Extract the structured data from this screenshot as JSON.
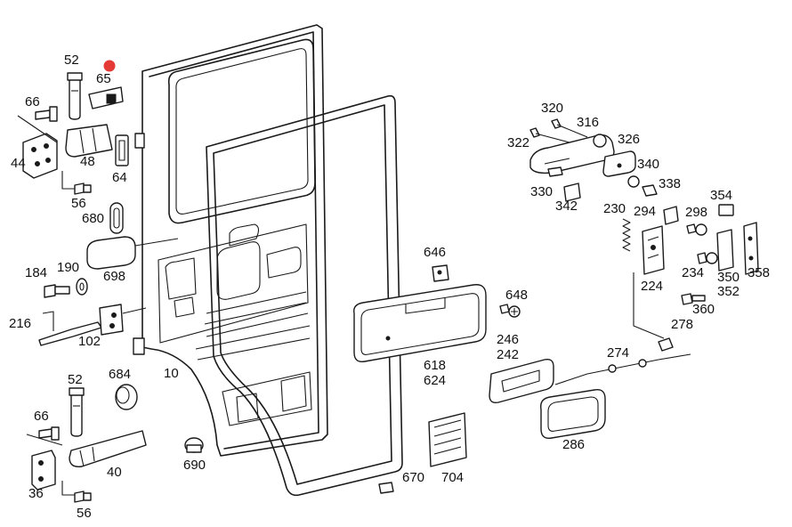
{
  "marker_color": "#e53935",
  "labels": {
    "p52a": "52",
    "p65": "65",
    "p66a": "66",
    "p44": "44",
    "p48": "48",
    "p64": "64",
    "p56a": "56",
    "p680": "680",
    "p184": "184",
    "p190": "190",
    "p698": "698",
    "p216": "216",
    "p102": "102",
    "p52b": "52",
    "p684": "684",
    "p10": "10",
    "p66b": "66",
    "p36": "36",
    "p40": "40",
    "p690": "690",
    "p56b": "56",
    "p646": "646",
    "p648": "648",
    "p618": "618",
    "p624": "624",
    "p246": "246",
    "p242": "242",
    "p670": "670",
    "p704": "704",
    "p320": "320",
    "p316": "316",
    "p322": "322",
    "p326": "326",
    "p340": "340",
    "p330": "330",
    "p338": "338",
    "p342": "342",
    "p354": "354",
    "p230": "230",
    "p294": "294",
    "p298": "298",
    "p234": "234",
    "p350": "350",
    "p358": "358",
    "p352": "352",
    "p224": "224",
    "p360": "360",
    "p278": "278",
    "p274": "274",
    "p286": "286"
  }
}
